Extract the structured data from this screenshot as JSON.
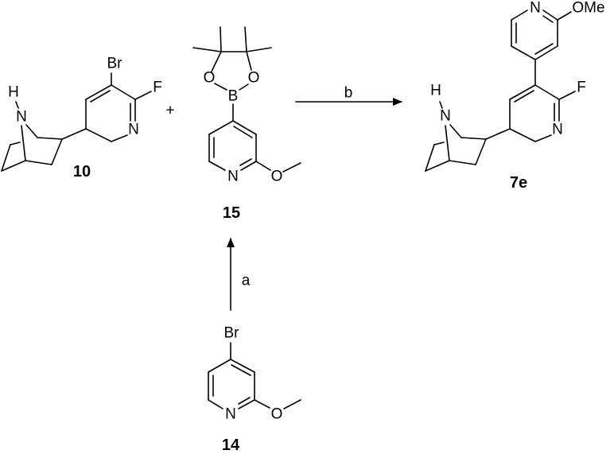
{
  "compounds": {
    "c10": {
      "label": "10",
      "atoms": {
        "h": "H",
        "n_bridge": "N",
        "br": "Br",
        "f": "F",
        "n_ring": "N"
      }
    },
    "c15": {
      "label": "15",
      "atoms": {
        "o1": "O",
        "o2": "O",
        "b": "B",
        "n_ring": "N",
        "o_me": "O"
      }
    },
    "c14": {
      "label": "14",
      "atoms": {
        "br": "Br",
        "n_ring": "N",
        "o_me": "O"
      }
    },
    "c7e": {
      "label": "7e",
      "atoms": {
        "h": "H",
        "n_bridge": "N",
        "f": "F",
        "n_ring": "N",
        "n_ring2": "N",
        "ome": "OMe"
      }
    }
  },
  "plus": "+",
  "arrows": {
    "a": "a",
    "b": "b"
  }
}
